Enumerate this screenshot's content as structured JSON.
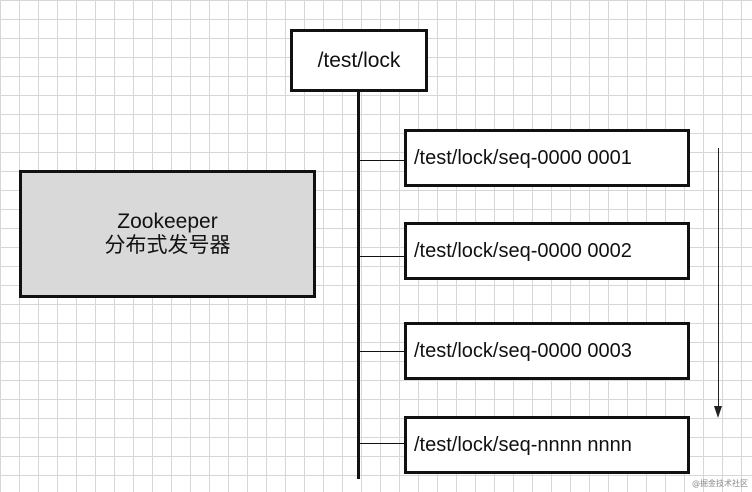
{
  "root": {
    "label": "/test/lock"
  },
  "generator": {
    "line1": "Zookeeper",
    "line2": "分布式发号器"
  },
  "children": [
    {
      "label": "/test/lock/seq-0000 0001"
    },
    {
      "label": "/test/lock/seq-0000 0002"
    },
    {
      "label": "/test/lock/seq-0000 0003"
    },
    {
      "label": "/test/lock/seq-nnnn nnnn"
    }
  ],
  "watermark": "@掘金技术社区"
}
